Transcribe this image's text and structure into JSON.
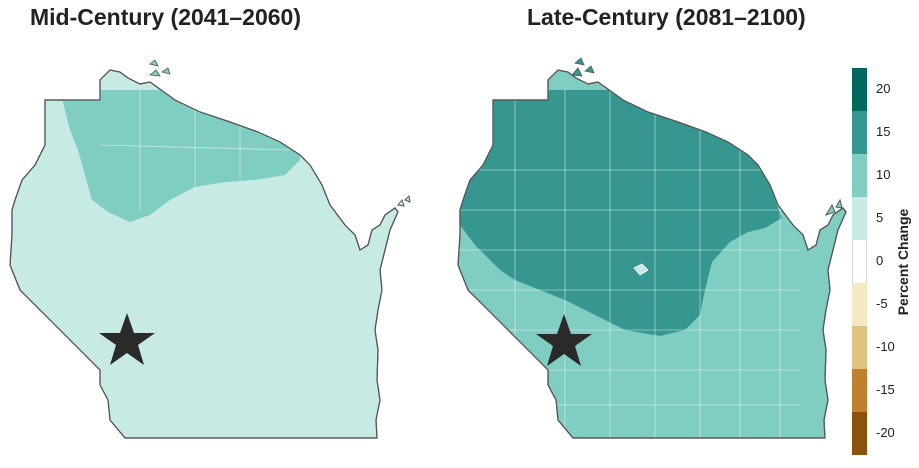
{
  "titles": {
    "mid": "Mid-Century (2041–2060)",
    "late": "Late-Century (2081–2100)"
  },
  "legend": {
    "title": "Percent Change",
    "ticks": [
      "20",
      "15",
      "10",
      "5",
      "0",
      "-5",
      "-10",
      "-15",
      "-20"
    ],
    "bins": [
      {
        "range": "15 to 20",
        "color": "#01665e"
      },
      {
        "range": "10 to 15",
        "color": "#35978f"
      },
      {
        "range": "5 to 10",
        "color": "#80cdc1"
      },
      {
        "range": "0 to 5",
        "color": "#c7eae5"
      },
      {
        "range": "-5 to 0",
        "color": "#ffffff"
      },
      {
        "range": "-10 to -5",
        "color": "#f6e8c3"
      },
      {
        "range": "-15 to -10",
        "color": "#dfc27d"
      },
      {
        "range": "-20 to -15",
        "color": "#bf812d"
      },
      {
        "range": "< -20",
        "color": "#8c510a"
      }
    ]
  },
  "maps": {
    "mid": {
      "regions": [
        {
          "zone": "northern",
          "bin": "5 to 10"
        },
        {
          "zone": "rest of state",
          "bin": "0 to 5"
        }
      ]
    },
    "late": {
      "regions": [
        {
          "zone": "northern",
          "bin": "10 to 15"
        },
        {
          "zone": "southern",
          "bin": "5 to 10"
        }
      ]
    }
  },
  "marker": {
    "icon": "star-icon",
    "color": "#2a2a2a"
  }
}
